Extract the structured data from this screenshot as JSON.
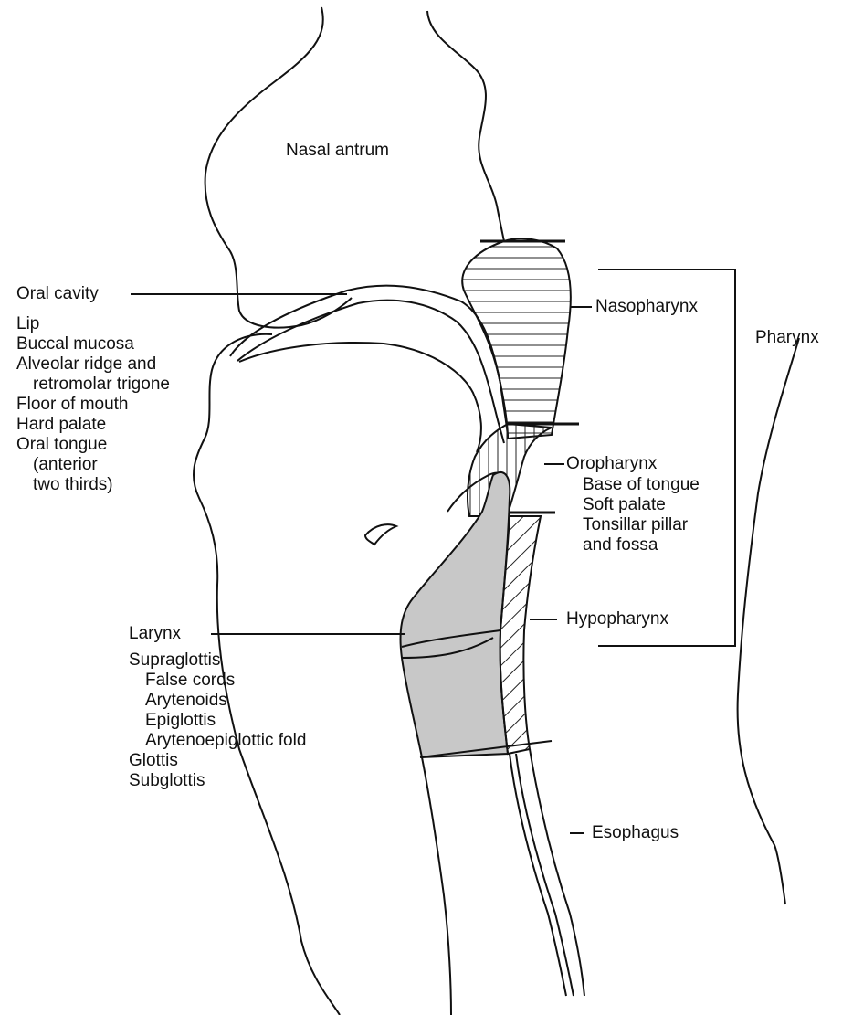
{
  "labels": {
    "nasal_antrum": "Nasal antrum",
    "oral_cavity": "Oral cavity",
    "oral_cavity_subsites": [
      {
        "text": "Lip",
        "indent": 0
      },
      {
        "text": "Buccal mucosa",
        "indent": 0
      },
      {
        "text": "Alveolar ridge and",
        "indent": 0
      },
      {
        "text": "retromolar trigone",
        "indent": 1
      },
      {
        "text": "Floor of mouth",
        "indent": 0
      },
      {
        "text": "Hard palate",
        "indent": 0
      },
      {
        "text": "Oral tongue",
        "indent": 0
      },
      {
        "text": "(anterior",
        "indent": 1
      },
      {
        "text": "two thirds)",
        "indent": 1
      }
    ],
    "nasopharynx": "Nasopharynx",
    "pharynx": "Pharynx",
    "oropharynx": "Oropharynx",
    "oropharynx_subsites": [
      "Base of tongue",
      "Soft palate",
      "Tonsillar pillar",
      "and fossa"
    ],
    "hypopharynx": "Hypopharynx",
    "larynx": "Larynx",
    "larynx_subsites": [
      {
        "text": "Supraglottis",
        "indent": 0
      },
      {
        "text": "False cords",
        "indent": 1
      },
      {
        "text": "Arytenoids",
        "indent": 1
      },
      {
        "text": "Epiglottis",
        "indent": 1
      },
      {
        "text": "Arytenoepiglottic fold",
        "indent": 1
      },
      {
        "text": "Glottis",
        "indent": 0
      },
      {
        "text": "Subglottis",
        "indent": 0
      }
    ],
    "esophagus": "Esophagus"
  },
  "colors": {
    "outline": "#111111",
    "larynx_fill": "#c8c8c8",
    "background": "#ffffff"
  }
}
